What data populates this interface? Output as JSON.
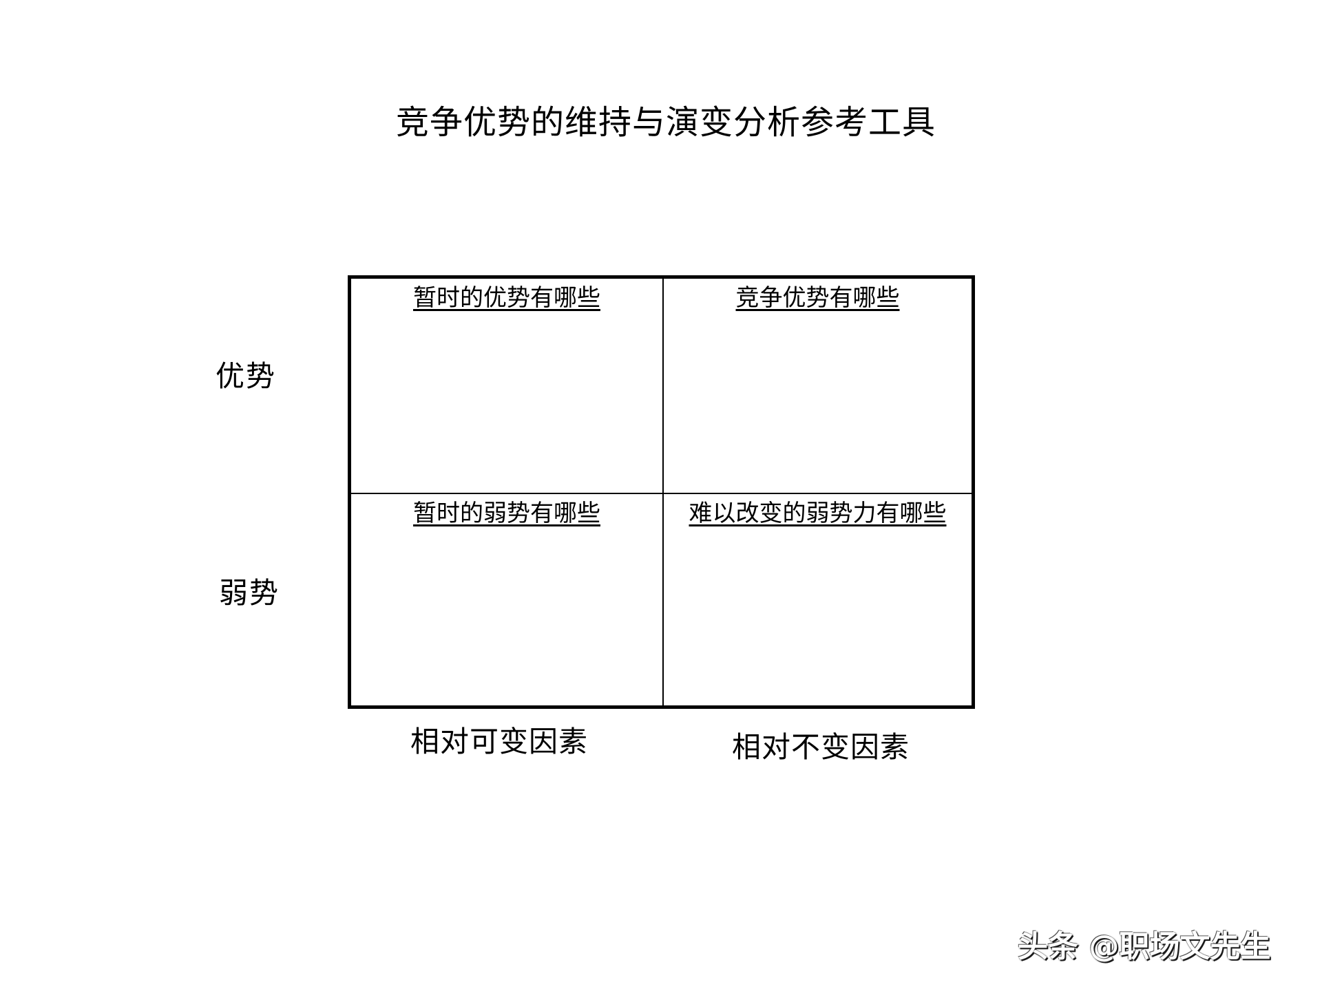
{
  "title": "竞争优势的维持与演变分析参考工具",
  "matrix": {
    "rows": [
      {
        "label": "优势"
      },
      {
        "label": "弱势"
      }
    ],
    "columns": [
      {
        "label": "相对可变因素"
      },
      {
        "label": "相对不变因素"
      }
    ],
    "cells": {
      "top_left": "暂时的优势有哪些",
      "top_right": "竞争优势有哪些",
      "bottom_left": "暂时的弱势有哪些",
      "bottom_right": "难以改变的弱势力有哪些"
    }
  },
  "watermark": "头条 @职场文先生",
  "colors": {
    "background": "#ffffff",
    "text": "#000000",
    "border": "#000000"
  }
}
